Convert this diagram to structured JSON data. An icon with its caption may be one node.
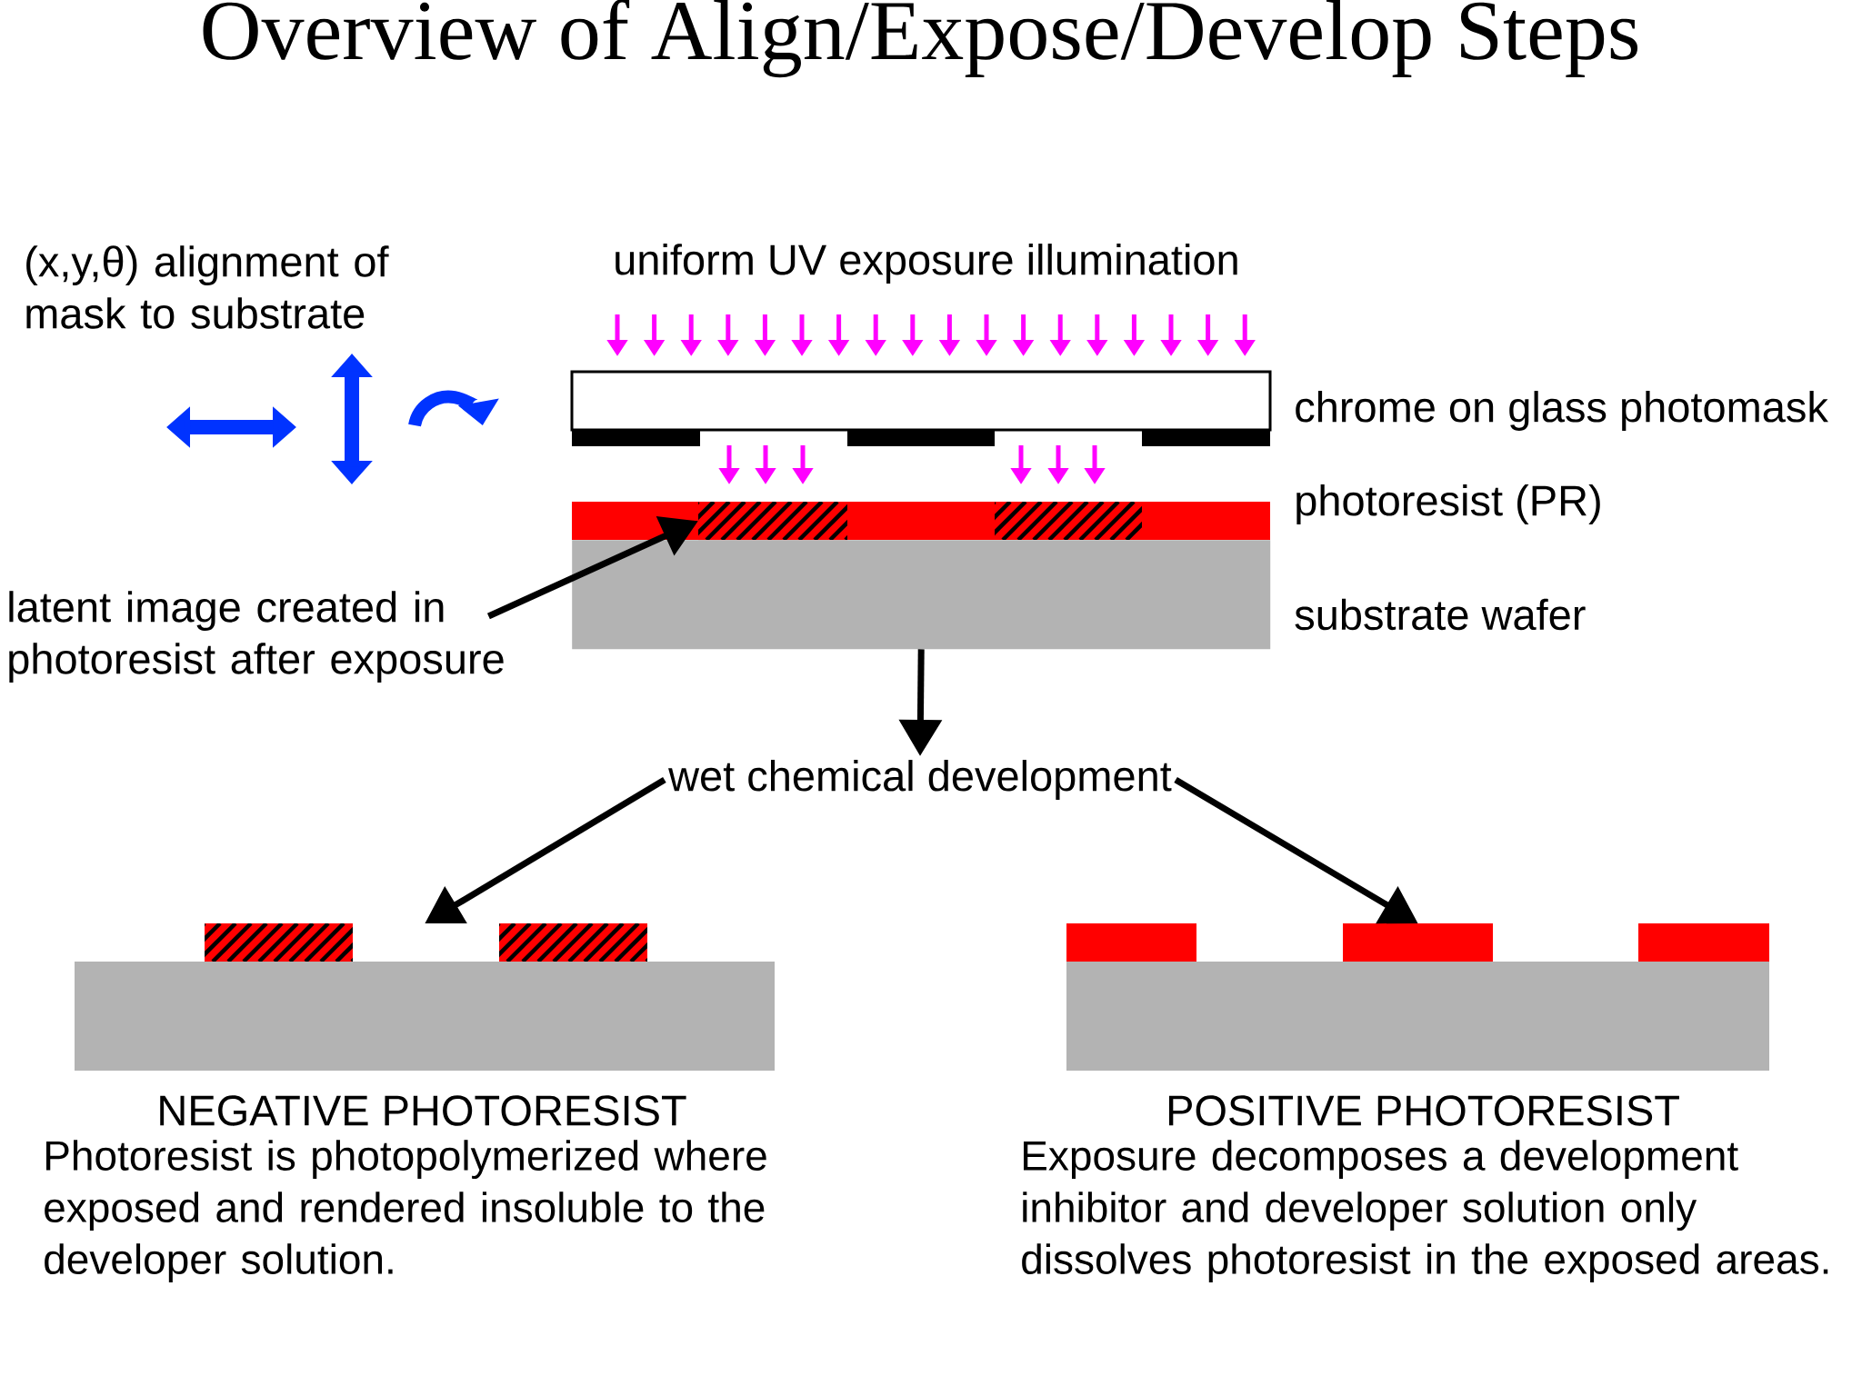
{
  "diagram": {
    "title": "Overview of Align/Expose/Develop Steps",
    "nodes": [
      {
        "text": [
          "latent image created in photoresist after exposure"
        ]
      },
      {
        "text": [],
        "shape": "box"
      },
      {
        "text": [],
        "shape": "box",
        "beside": [
          "substrate wafer"
        ]
      },
      {
        "text": [
          "wet chemical development"
        ]
      },
      {
        "text": [
          "NEGATIVE PHOTORESIST",
          "Photoresist is photopolymerized where exposed and rendered insoluble to the developer solution."
        ]
      },
      {
        "text": [
          "POSITIVE PHOTORESIST",
          "Exposure decomposes a development inhibitor and developer solution only dissolves photoresist in the exposed areas."
        ]
      }
    ],
    "edges": [
      {
        "from": 0,
        "to": 1,
        "arrow": "to"
      },
      {
        "from": 2,
        "to": 3,
        "arrow": "to"
      },
      {
        "from": 3,
        "to": 4,
        "arrow": "to"
      },
      {
        "from": 3,
        "to": 5,
        "arrow": "to"
      }
    ],
    "labels": [
      "(x,y,θ) alignment of mask to substrate",
      "uniform UV exposure illumination",
      "chrome on glass photomask",
      "photoresist (PR)"
    ]
  }
}
